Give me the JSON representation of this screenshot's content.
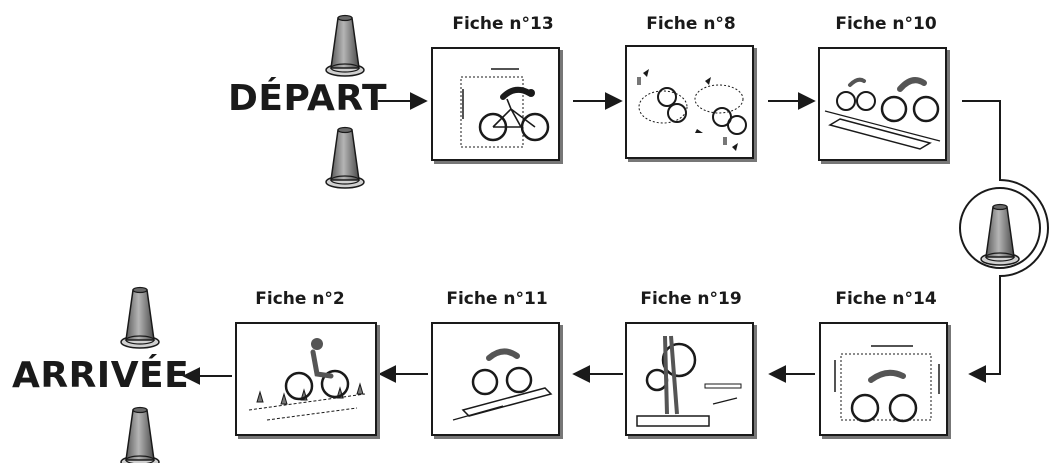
{
  "start_label": "DÉPART",
  "finish_label": "ARRIVÉE",
  "top_row": [
    {
      "title": "Fiche n°13",
      "scene": "gate"
    },
    {
      "title": "Fiche n°8",
      "scene": "slalom"
    },
    {
      "title": "Fiche n°10",
      "scene": "plank"
    }
  ],
  "bottom_row": [
    {
      "title": "Fiche n°14",
      "scene": "gate"
    },
    {
      "title": "Fiche n°19",
      "scene": "carry"
    },
    {
      "title": "Fiche n°11",
      "scene": "plank"
    },
    {
      "title": "Fiche n°2",
      "scene": "cones"
    }
  ],
  "colors": {
    "ink": "#1a1a1a",
    "cone_fill": "#8a8a8a",
    "shadow": "#777777"
  }
}
